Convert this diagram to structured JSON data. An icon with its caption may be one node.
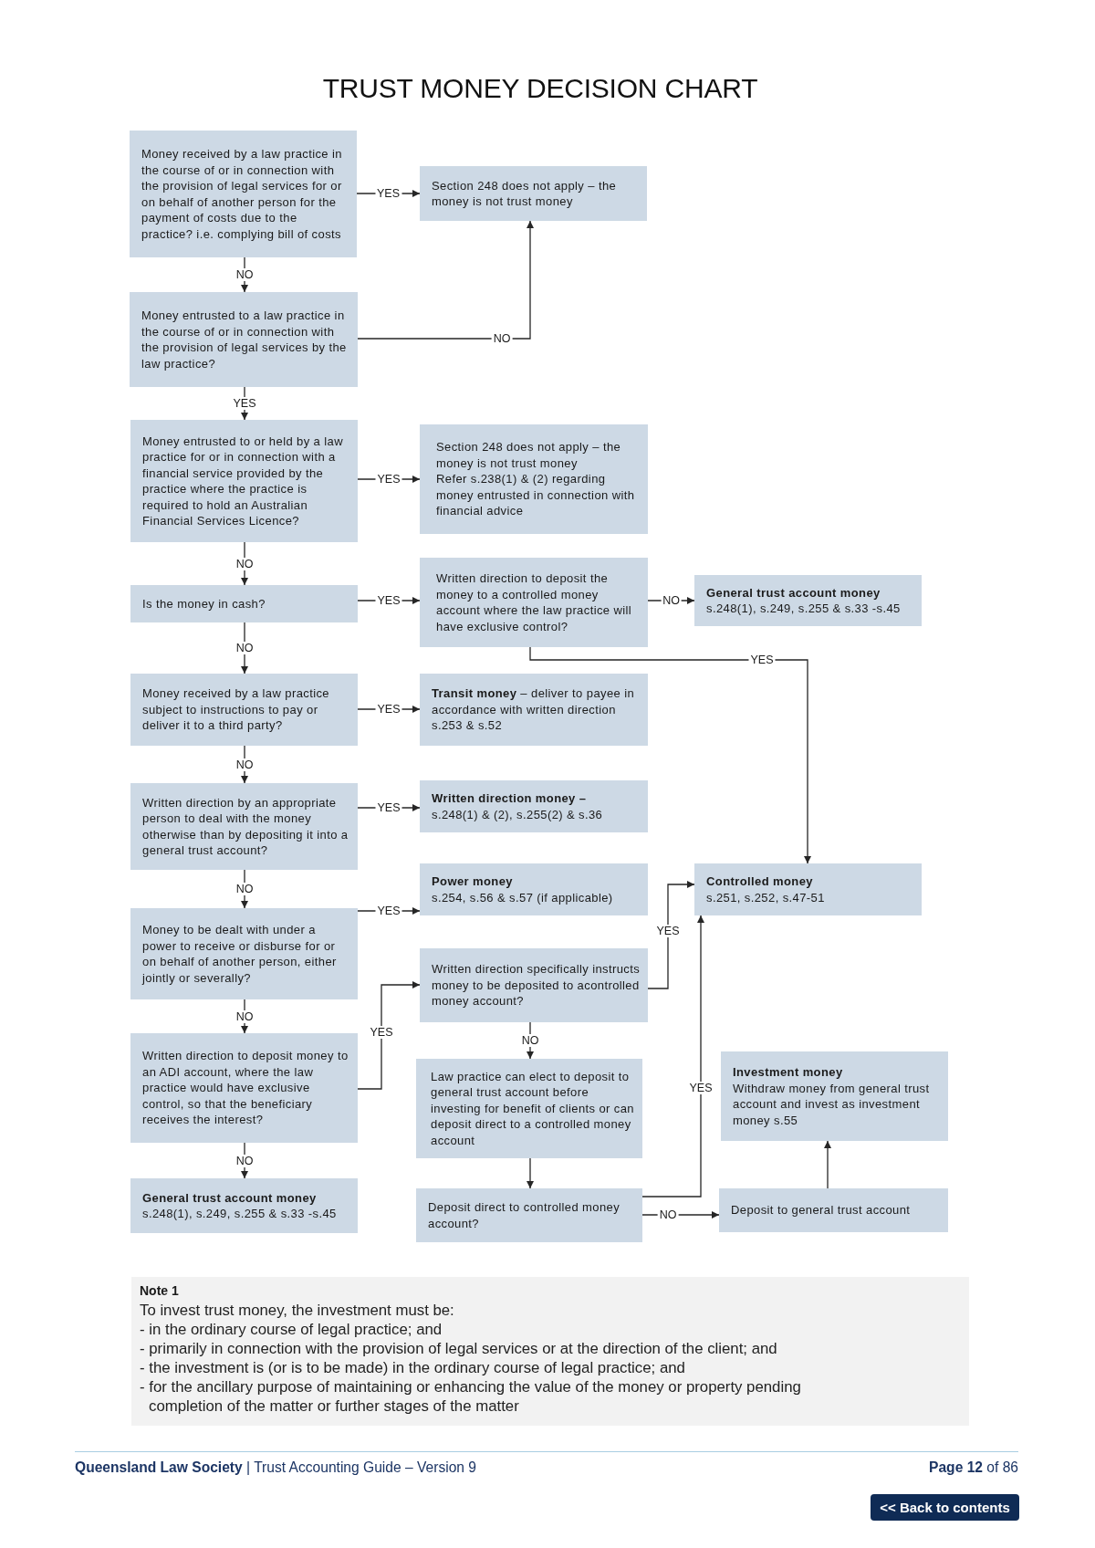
{
  "diagram": {
    "title": "TRUST MONEY DECISION CHART",
    "nodes": [
      {
        "text": [
          "Money received by a law practice in the course of or in connection with the provision of legal services for or on behalf of another person for the payment of costs due to the practice? i.e. complying bill of costs"
        ]
      },
      {
        "text": [
          "Section 248 does not apply – the money is not trust money"
        ]
      },
      {
        "text": [
          "Money entrusted to a law practice in the course of or in connection with the provision of legal services by the law practice?"
        ]
      },
      {
        "text": [
          "Money entrusted to or held by a law practice for or in connection with a financial service provided by the practice where the practice is required to hold an Australian Financial Services Licence?"
        ]
      },
      {
        "text": [
          "Section 248 does not apply – the money is not trust money",
          "Refer s.238(1) & (2) regarding money entrusted in connection with financial advice"
        ]
      },
      {
        "text": [
          "Is the money in cash?"
        ]
      },
      {
        "text": [
          "Written direction to deposit the money to a controlled money account where the law practice will have exclusive control?"
        ]
      },
      {
        "text": [
          "General trust account money",
          "s.248(1), s.249, s.255 & s.33 -s.45"
        ]
      },
      {
        "text": [
          "Money received by a law practice subject to instructions to pay or deliver it to a third party?"
        ]
      },
      {
        "text": [
          "**Transit money** – deliver to payee in accordance with written direction s.253 & s.52"
        ]
      },
      {
        "text": [
          "Written direction by an appropriate person to deal with the money otherwise than by depositing it into a general trust account?"
        ]
      },
      {
        "text": [
          "Written direction money –",
          "s.248(1) & (2), s.255(2) & s.36"
        ]
      },
      {
        "text": [
          "Power money",
          "s.254, s.56 & s.57 (if applicable)"
        ]
      },
      {
        "text": [
          "Controlled money",
          "s.251, s.252, s.47-51"
        ]
      },
      {
        "text": [
          "Money to be dealt with under a power to receive or disburse for or on behalf of another person, either jointly or severally?"
        ]
      },
      {
        "text": [
          "Written direction specifically instructs money to be deposited to acontrolled money account?"
        ]
      },
      {
        "text": [
          "Written direction to deposit money to an ADI account, where the law practice would have exclusive control, so that the beneficiary receives the interest?"
        ]
      },
      {
        "text": [
          "Law practice can elect to deposit to general trust account before investing for benefit of clients or can deposit direct to a controlled money account"
        ]
      },
      {
        "text": [
          "Investment money",
          "Withdraw money from general trust account and invest as investment money s.55"
        ]
      },
      {
        "text": [
          "General trust account money",
          "s.248(1), s.249, s.255 & s.33 -s.45"
        ]
      },
      {
        "text": [
          "Deposit direct to controlled money account?"
        ]
      },
      {
        "text": [
          "Deposit to general trust account"
        ]
      },
      {
        "text": [
          "Note 1",
          "To invest trust money, the investment must be:",
          "- in the ordinary course of legal practice; and",
          "- primarily in connection with the provision of legal services or at the direction of the client; and",
          "- the investment is (or is to be made) in the ordinary course of legal practice; and",
          "- for the ancillary purpose of maintaining or enhancing the value of the money or property pending completion of the matter or further stages of the matter"
        ]
      }
    ],
    "edges": [
      {
        "from": 0,
        "to": 1,
        "arrow": "to",
        "label": "YES"
      },
      {
        "from": 0,
        "to": 2,
        "arrow": "to",
        "label": "NO"
      },
      {
        "from": 2,
        "to": 1,
        "arrow": "to",
        "label": "NO"
      },
      {
        "from": 2,
        "to": 3,
        "arrow": "to",
        "label": "YES"
      },
      {
        "from": 3,
        "to": 4,
        "arrow": "to",
        "label": "YES"
      },
      {
        "from": 3,
        "to": 5,
        "arrow": "to",
        "label": "NO"
      },
      {
        "from": 5,
        "to": 6,
        "arrow": "to",
        "label": "YES"
      },
      {
        "from": 5,
        "to": 8,
        "arrow": "to",
        "label": "NO"
      },
      {
        "from": 6,
        "to": 7,
        "arrow": "to",
        "label": "NO"
      },
      {
        "from": 6,
        "to": 13,
        "arrow": "to",
        "label": "YES"
      },
      {
        "from": 8,
        "to": 9,
        "arrow": "to",
        "label": "YES"
      },
      {
        "from": 8,
        "to": 10,
        "arrow": "to",
        "label": "NO"
      },
      {
        "from": 10,
        "to": 11,
        "arrow": "to",
        "label": "YES"
      },
      {
        "from": 10,
        "to": 14,
        "arrow": "to",
        "label": "NO"
      },
      {
        "from": 14,
        "to": 12,
        "arrow": "to",
        "label": "YES"
      },
      {
        "from": 14,
        "to": 16,
        "arrow": "to",
        "label": "NO"
      },
      {
        "from": 16,
        "to": 15,
        "arrow": "to",
        "label": "YES"
      },
      {
        "from": 16,
        "to": 19,
        "arrow": "to",
        "label": "NO"
      },
      {
        "from": 15,
        "to": 13,
        "arrow": "to",
        "label": "YES"
      },
      {
        "from": 15,
        "to": 17,
        "arrow": "to",
        "label": "NO"
      },
      {
        "from": 17,
        "to": 20,
        "arrow": "to"
      },
      {
        "from": 20,
        "to": 13,
        "arrow": "to",
        "label": "YES"
      },
      {
        "from": 20,
        "to": 21,
        "arrow": "to",
        "label": "NO"
      },
      {
        "from": 21,
        "to": 18,
        "arrow": "to"
      }
    ],
    "labels": [
      "**Queensland Law Society** | Trust Accounting Guide – Version 9",
      "**Page 12** of 86",
      "<< Back to contents"
    ]
  }
}
